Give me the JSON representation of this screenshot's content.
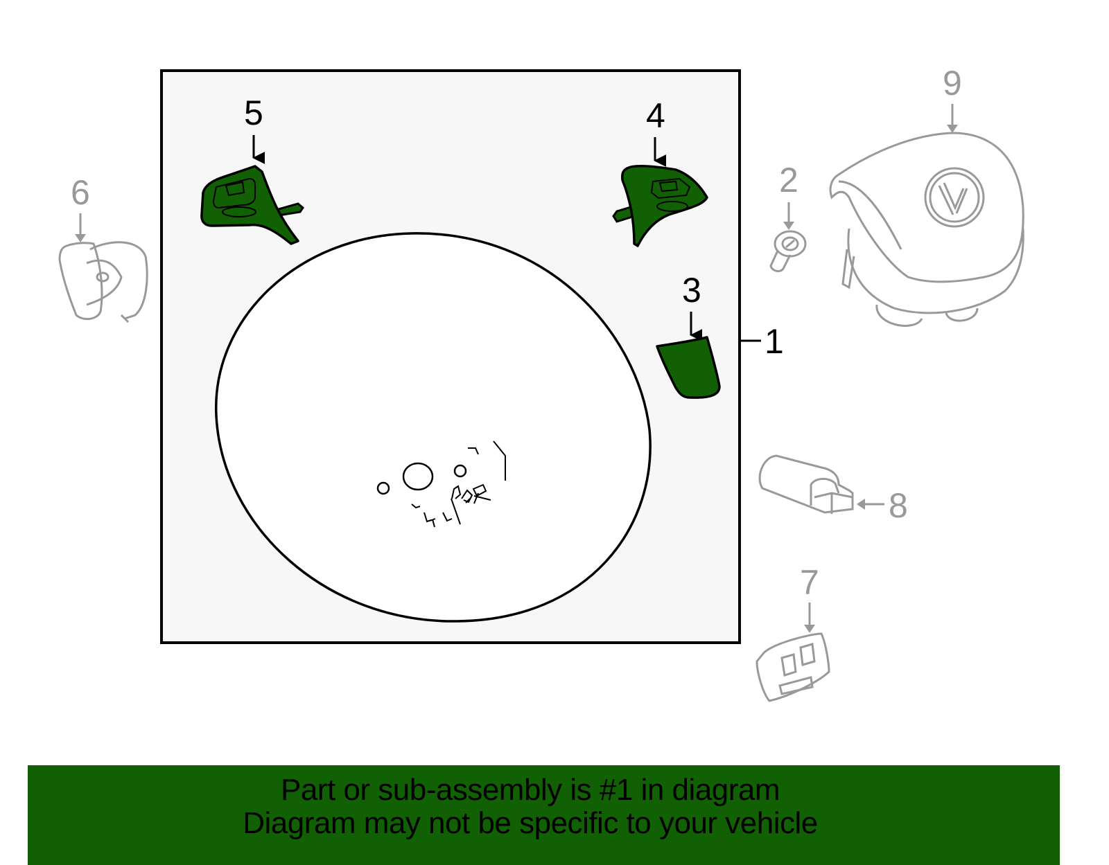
{
  "diagram": {
    "colors": {
      "highlight_fill": "#116104",
      "main_stroke": "#000000",
      "other_stroke": "#999999",
      "box_fill": "#f7f7f7",
      "banner_fill": "#116104"
    },
    "assembly_box": {
      "label": "1",
      "description": "Steering wheel assembly (sub-assembly #1)"
    },
    "callouts": [
      {
        "number": "1",
        "part": "steering-wheel-assembly",
        "highlighted": true
      },
      {
        "number": "2",
        "part": "screw",
        "highlighted": false
      },
      {
        "number": "3",
        "part": "trim-cover",
        "highlighted": true
      },
      {
        "number": "4",
        "part": "right-control-switch",
        "highlighted": true
      },
      {
        "number": "5",
        "part": "left-control-switch",
        "highlighted": true
      },
      {
        "number": "6",
        "part": "clock-spring",
        "highlighted": false
      },
      {
        "number": "7",
        "part": "paddle-switch-module",
        "highlighted": false
      },
      {
        "number": "8",
        "part": "connector",
        "highlighted": false
      },
      {
        "number": "9",
        "part": "airbag-module",
        "highlighted": false
      }
    ]
  },
  "banner": {
    "line1": "Part or sub-assembly is #1 in diagram",
    "line2": "Diagram may not be specific to your vehicle"
  }
}
